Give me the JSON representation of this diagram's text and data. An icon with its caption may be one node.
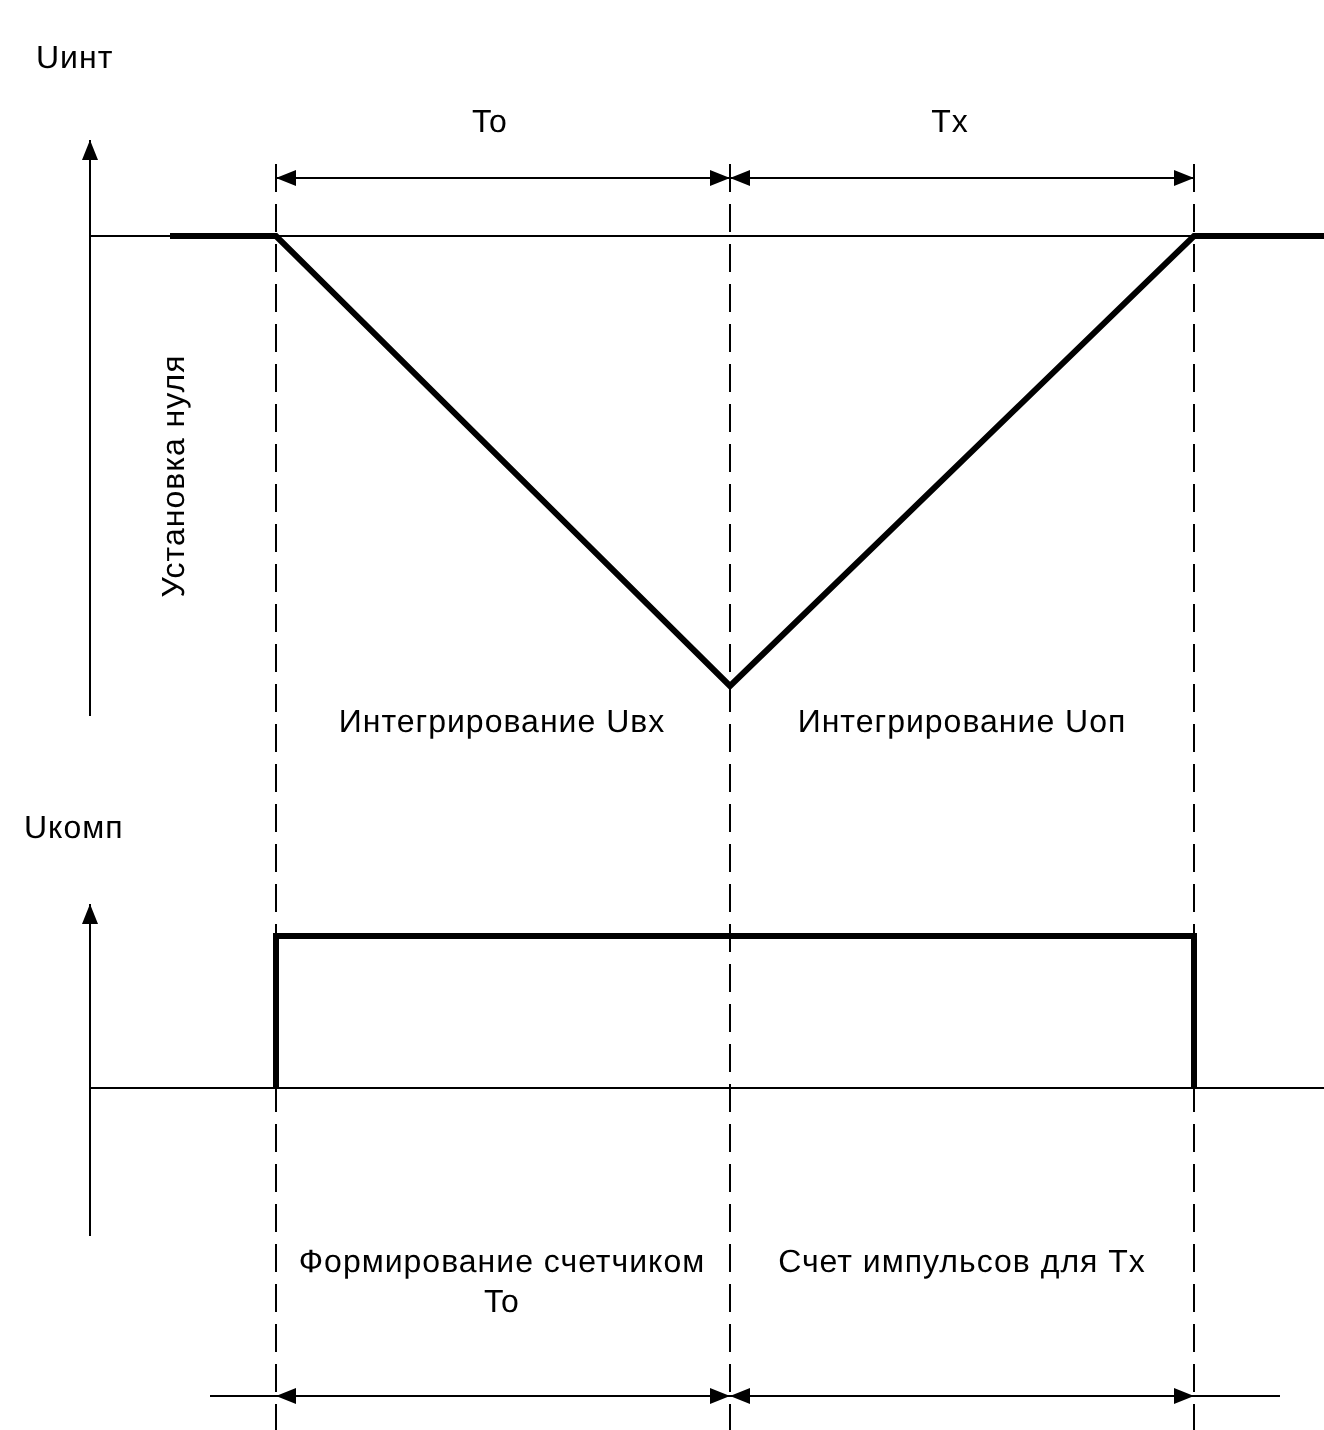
{
  "diagram": {
    "labels": [
      "Uинт",
      "To",
      "Tx",
      "Установка нуля",
      "Интегрирование Uвх",
      "Интегрирование Uоп",
      "Uкомп",
      "Формирование счетчиком To",
      "Счет импульсов для Tx"
    ]
  }
}
